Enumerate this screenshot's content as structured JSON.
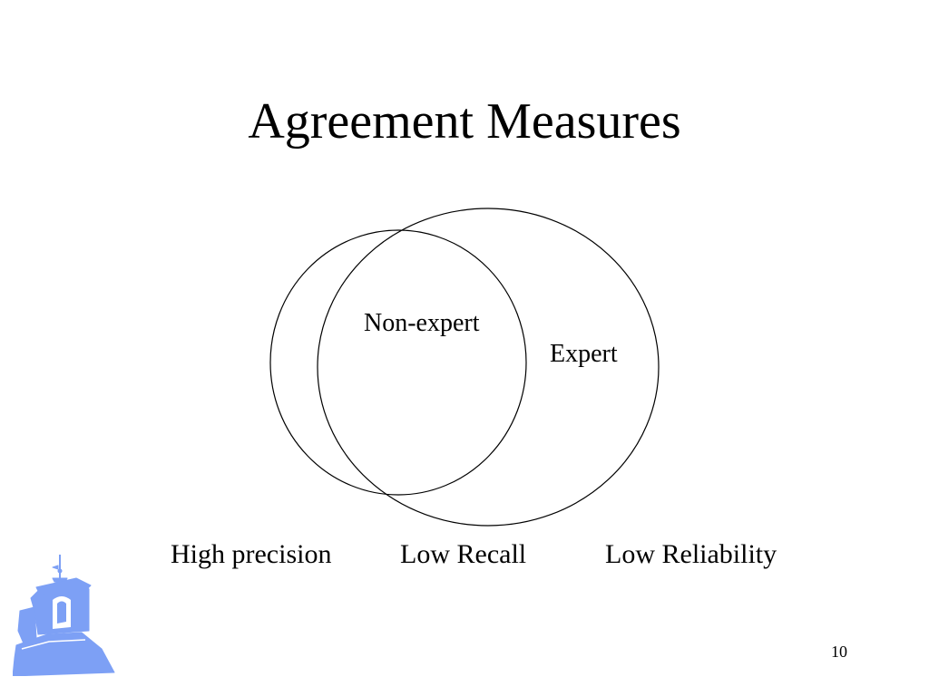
{
  "slide": {
    "title": "Agreement Measures",
    "page_number": "10"
  },
  "diagram": {
    "circles": [
      {
        "label": "Non-expert"
      },
      {
        "label": "Expert"
      }
    ],
    "bottom_labels": [
      "High precision",
      "Low Recall",
      "Low Reliability"
    ]
  },
  "colors": {
    "background": "#ffffff",
    "text": "#000000",
    "logo": "#7da0f5"
  },
  "icons": {
    "logo": "college-building-cupola-icon"
  }
}
